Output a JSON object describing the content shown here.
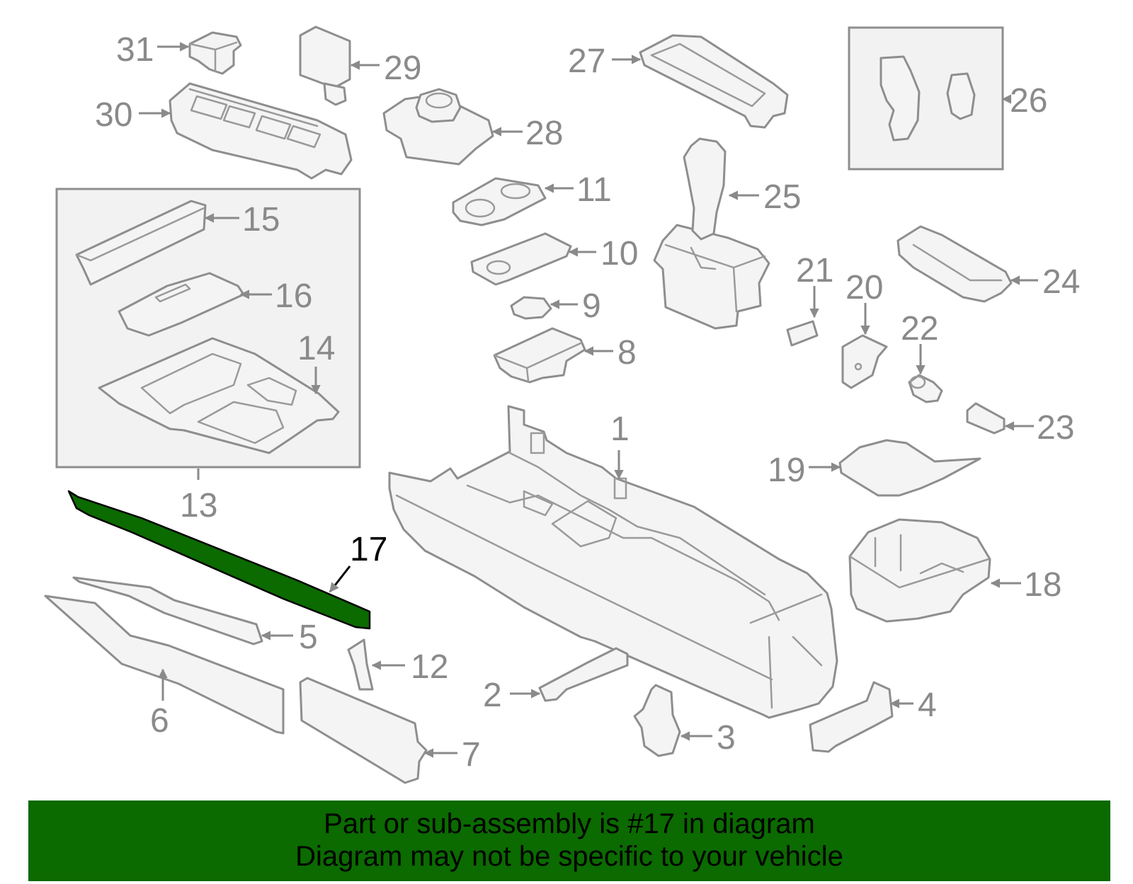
{
  "colors": {
    "highlight": "#0b6a00",
    "outline": "#8e8e8e",
    "callout_text": "#8a8a8a",
    "banner_background": "#0b6a00",
    "banner_text": "#000000"
  },
  "highlighted_part": "17",
  "callouts": {
    "c1": "1",
    "c2": "2",
    "c3": "3",
    "c4": "4",
    "c5": "5",
    "c6": "6",
    "c7": "7",
    "c8": "8",
    "c9": "9",
    "c10": "10",
    "c11": "11",
    "c12": "12",
    "c13": "13",
    "c14": "14",
    "c15": "15",
    "c16": "16",
    "c17": "17",
    "c18": "18",
    "c19": "19",
    "c20": "20",
    "c21": "21",
    "c22": "22",
    "c23": "23",
    "c24": "24",
    "c25": "25",
    "c26": "26",
    "c27": "27",
    "c28": "28",
    "c29": "29",
    "c30": "30",
    "c31": "31"
  },
  "banner": {
    "line1": "Part or sub-assembly is #17 in diagram",
    "line2": "Diagram may not be specific to your vehicle"
  }
}
